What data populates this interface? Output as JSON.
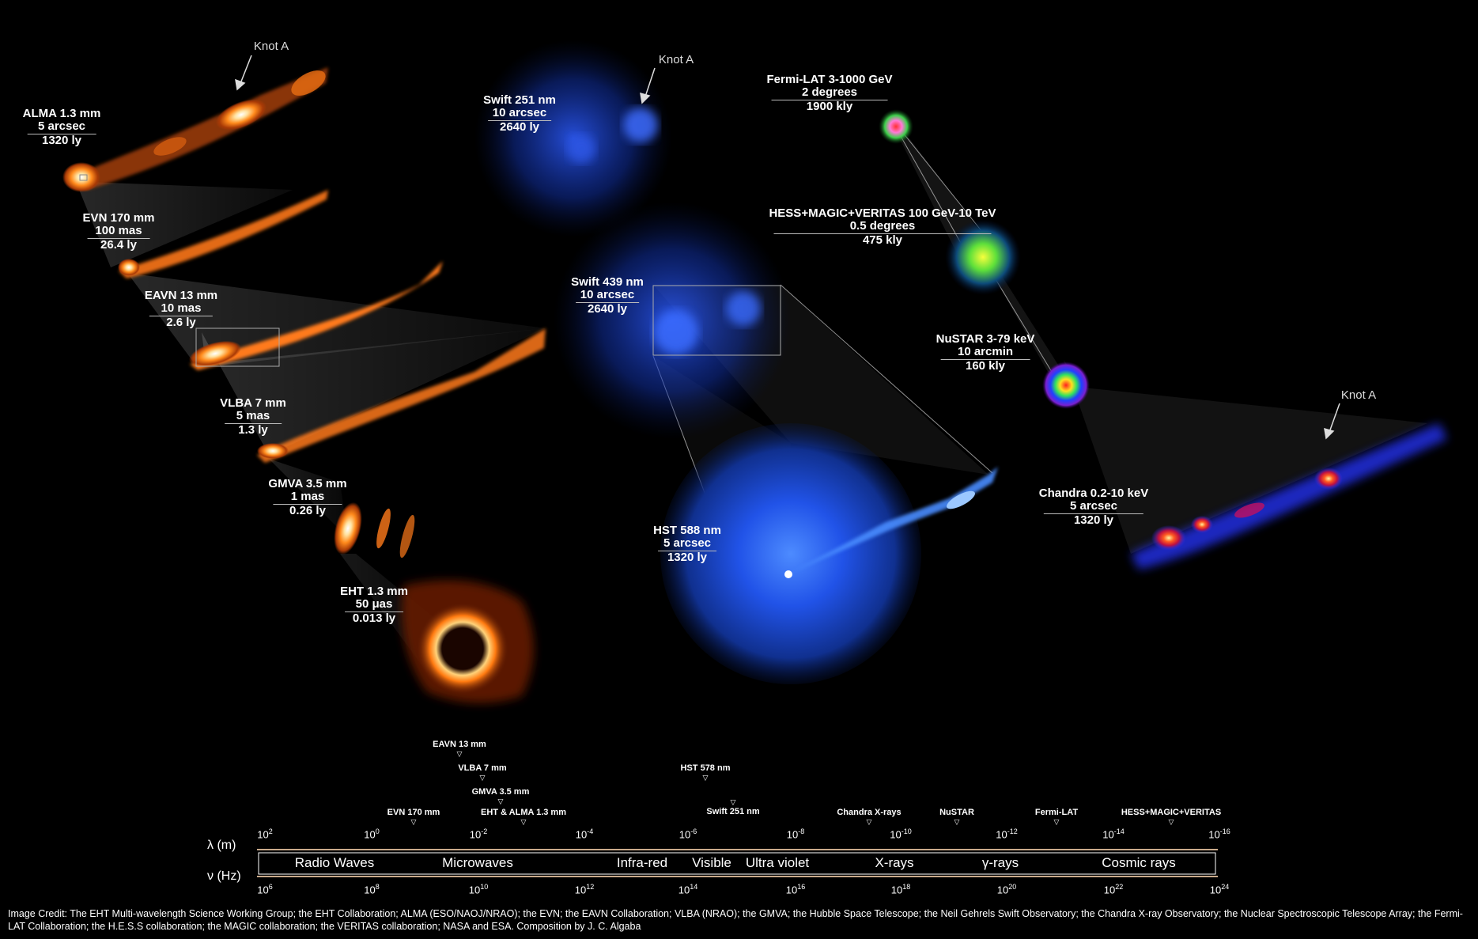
{
  "panels": [
    {
      "id": "alma",
      "title": "ALMA 1.3 mm",
      "res": "5 arcsec",
      "scale": "1320 ly"
    },
    {
      "id": "evn",
      "title": "EVN 170 mm",
      "res": "100 mas",
      "scale": "26.4 ly"
    },
    {
      "id": "eavn",
      "title": "EAVN 13 mm",
      "res": "10 mas",
      "scale": "2.6 ly"
    },
    {
      "id": "vlba",
      "title": "VLBA 7 mm",
      "res": "5 mas",
      "scale": "1.3 ly"
    },
    {
      "id": "gmva",
      "title": "GMVA 3.5 mm",
      "res": "1 mas",
      "scale": "0.26 ly"
    },
    {
      "id": "eht",
      "title": "EHT 1.3 mm",
      "res": "50 μas",
      "scale": "0.013 ly"
    },
    {
      "id": "swift251",
      "title": "Swift 251 nm",
      "res": "10 arcsec",
      "scale": "2640 ly"
    },
    {
      "id": "swift439",
      "title": "Swift 439 nm",
      "res": "10 arcsec",
      "scale": "2640 ly"
    },
    {
      "id": "hst",
      "title": "HST 588 nm",
      "res": "5 arcsec",
      "scale": "1320 ly"
    },
    {
      "id": "fermi",
      "title": "Fermi-LAT 3-1000 GeV",
      "res": "2 degrees",
      "scale": "1900 kly"
    },
    {
      "id": "hess",
      "title": "HESS+MAGIC+VERITAS 100 GeV-10 TeV",
      "res": "0.5 degrees",
      "scale": "475 kly"
    },
    {
      "id": "nustar",
      "title": "NuSTAR 3-79 keV",
      "res": "10 arcmin",
      "scale": "160 kly"
    },
    {
      "id": "chandra",
      "title": "Chandra 0.2-10 keV",
      "res": "5 arcsec",
      "scale": "1320 ly"
    }
  ],
  "knots": [
    "Knot A",
    "Knot A",
    "Knot A"
  ],
  "spectrum_markers": [
    {
      "label": "EAVN 13 mm"
    },
    {
      "label": "VLBA 7 mm"
    },
    {
      "label": "GMVA 3.5 mm"
    },
    {
      "label": "EVN 170 mm"
    },
    {
      "label": "EHT & ALMA 1.3 mm"
    },
    {
      "label": "HST 578 nm"
    },
    {
      "label": "Swift 251 nm"
    },
    {
      "label": "Chandra X-rays"
    },
    {
      "label": "NuSTAR"
    },
    {
      "label": "Fermi-LAT"
    },
    {
      "label": "HESS+MAGIC+VERITAS"
    }
  ],
  "wavelength_axis": {
    "name": "λ (m)",
    "ticks": [
      {
        "base": "10",
        "exp": "2"
      },
      {
        "base": "10",
        "exp": "0"
      },
      {
        "base": "10",
        "exp": "-2"
      },
      {
        "base": "10",
        "exp": "-4"
      },
      {
        "base": "10",
        "exp": "-6"
      },
      {
        "base": "10",
        "exp": "-8"
      },
      {
        "base": "10",
        "exp": "-10"
      },
      {
        "base": "10",
        "exp": "-12"
      },
      {
        "base": "10",
        "exp": "-14"
      },
      {
        "base": "10",
        "exp": "-16"
      }
    ]
  },
  "frequency_axis": {
    "name": "ν (Hz)",
    "ticks": [
      {
        "base": "10",
        "exp": "6"
      },
      {
        "base": "10",
        "exp": "8"
      },
      {
        "base": "10",
        "exp": "10"
      },
      {
        "base": "10",
        "exp": "12"
      },
      {
        "base": "10",
        "exp": "14"
      },
      {
        "base": "10",
        "exp": "16"
      },
      {
        "base": "10",
        "exp": "18"
      },
      {
        "base": "10",
        "exp": "20"
      },
      {
        "base": "10",
        "exp": "22"
      },
      {
        "base": "10",
        "exp": "24"
      }
    ]
  },
  "bands": [
    "Radio Waves",
    "Microwaves",
    "Infra-red",
    "Visible",
    "Ultra violet",
    "X-rays",
    "γ-rays",
    "Cosmic rays"
  ],
  "credit": "Image Credit: The EHT Multi-wavelength Science Working Group; the EHT Collaboration; ALMA (ESO/NAOJ/NRAO); the EVN; the EAVN Collaboration; VLBA (NRAO); the GMVA; the Hubble Space Telescope; the Neil Gehrels Swift Observatory; the Chandra X-ray Observatory; the Nuclear Spectroscopic Telescope Array; the Fermi-LAT Collaboration; the H.E.S.S collaboration; the MAGIC collaboration; the VERITAS collaboration; NASA and ESA. Composition by J. C. Algaba",
  "colors": {
    "background": "#000000",
    "radio_jet": "#ff7a1a",
    "optical_blue": "#1f4fff",
    "xray_blue": "#2a3dff",
    "band_border": "#c9a98a"
  }
}
